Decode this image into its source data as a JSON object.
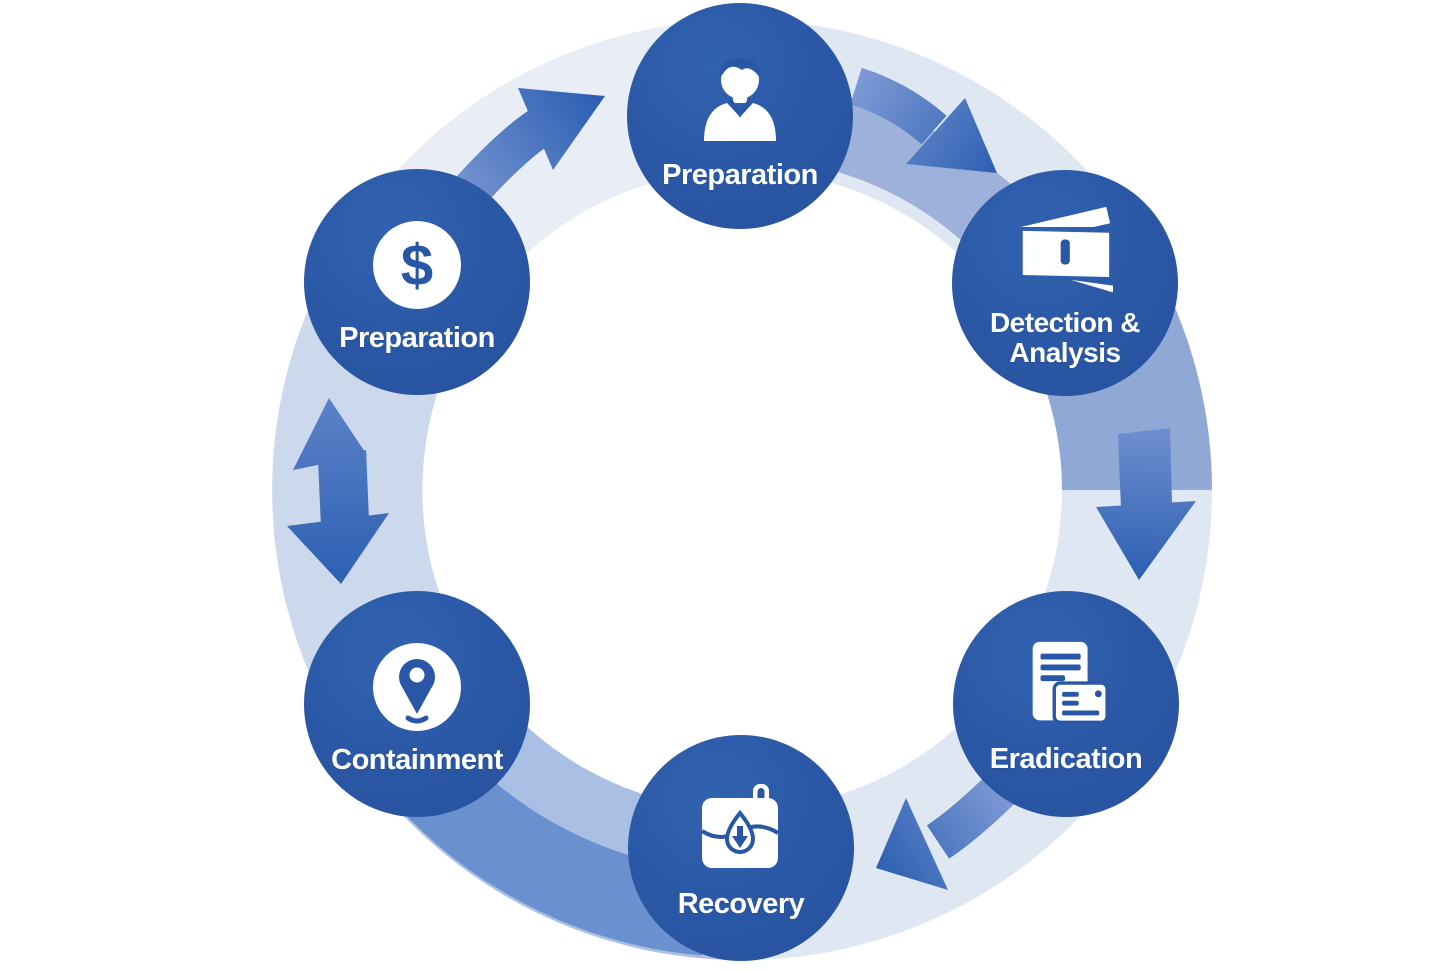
{
  "diagram": {
    "type": "cycle",
    "background_color": "#ffffff",
    "node_color": "#2a57a5",
    "arrow_color": "#3b6ab8",
    "ring_colors": {
      "base": "#dfe7f3",
      "top_left_light": "#e9edf6",
      "left": "#ccd9ed",
      "right_medium": "#8fa8d6",
      "bottom_left_base": "#a9c0e4",
      "bottom_left_dark": "#6b90d0",
      "top_right_inner": "#9db1da"
    },
    "nodes": [
      {
        "id": "preparation-top",
        "label": "Preparation",
        "icon": "person-icon"
      },
      {
        "id": "detection-analysis",
        "label": "Detection & Analysis",
        "icon": "mail-alert-icon"
      },
      {
        "id": "eradication",
        "label": "Eradication",
        "icon": "document-card-icon"
      },
      {
        "id": "recovery",
        "label": "Recovery",
        "icon": "backup-shield-icon"
      },
      {
        "id": "containment",
        "label": "Containment",
        "icon": "location-pin-icon"
      },
      {
        "id": "preparation-left",
        "label": "Preparation",
        "icon": "dollar-icon",
        "glyph": "$"
      }
    ]
  }
}
